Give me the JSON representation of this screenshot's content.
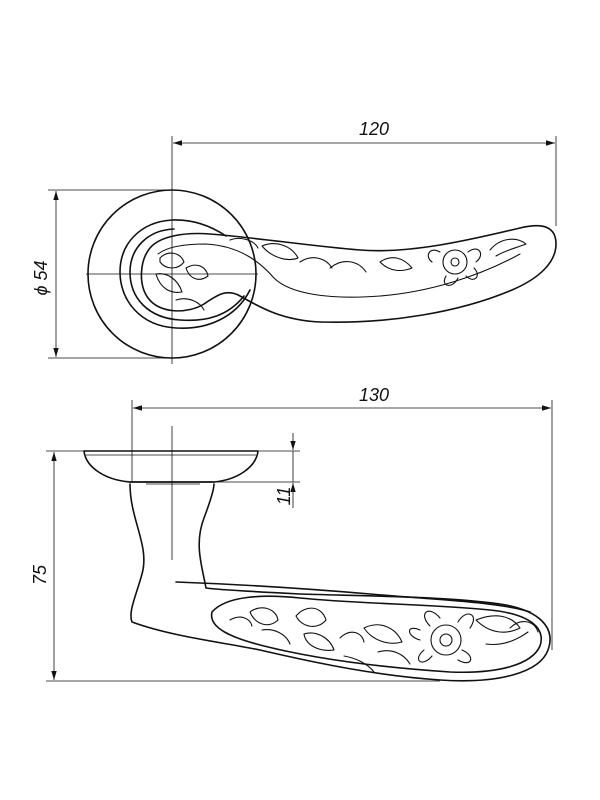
{
  "dimensions": {
    "width_top": "120",
    "diameter": "ϕ 54",
    "width_side": "130",
    "rose_height": "11",
    "total_height": "75"
  }
}
